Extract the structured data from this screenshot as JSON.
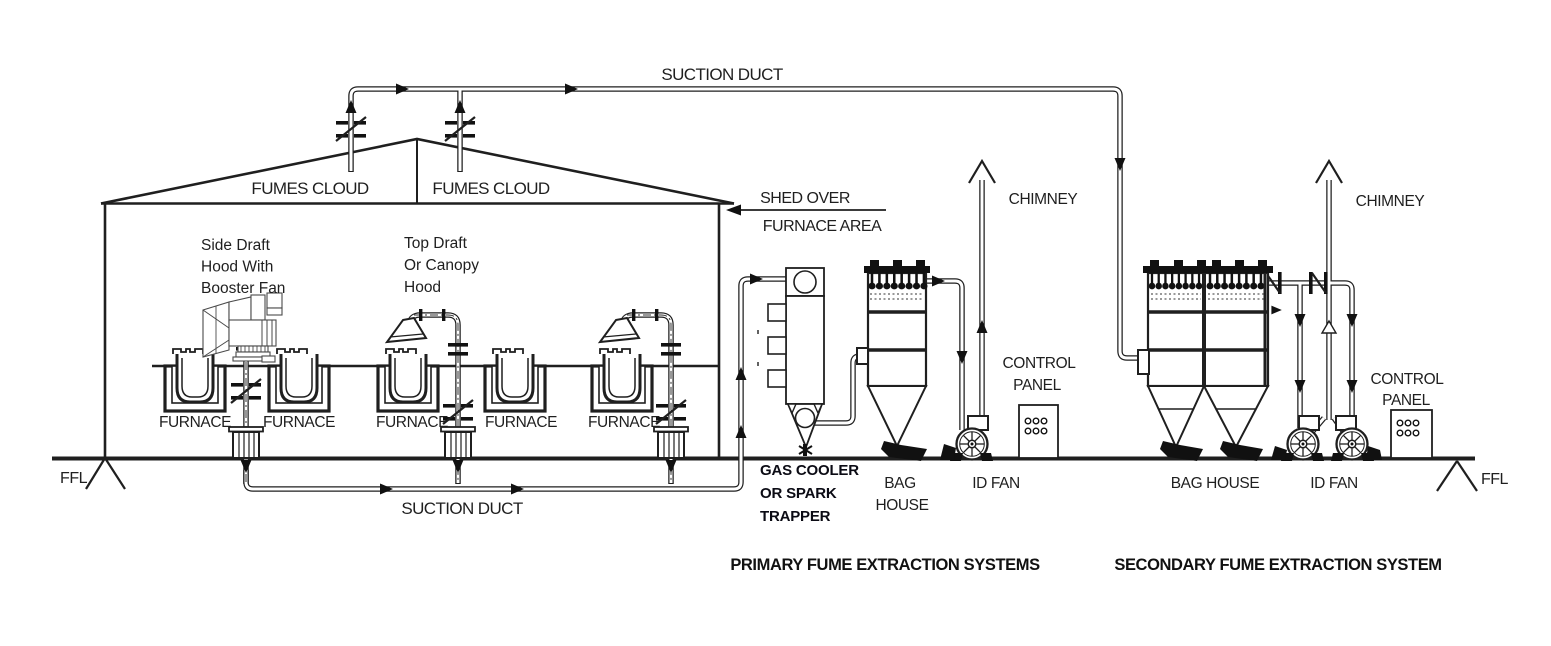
{
  "diagram_type": "process-flow-diagram",
  "colors": {
    "line": "#1f1f1f",
    "bold_text": "#0b0b14",
    "background": "#ffffff",
    "light_equipment": "#4a4a4a"
  },
  "labels": {
    "suction_duct_top": "SUCTION DUCT",
    "fumes_cloud_left": "FUMES CLOUD",
    "fumes_cloud_right": "FUMES CLOUD",
    "side_draft_hood": [
      "Side Draft",
      "Hood With",
      "Booster Fan"
    ],
    "top_draft_hood": [
      "Top Draft",
      "Or Canopy",
      "Hood"
    ],
    "furnaces": [
      "FURNACE",
      "FURNACE",
      "FURNACE",
      "FURNACE",
      "FURNACE"
    ],
    "ffl_left": "FFL",
    "ffl_right": "FFL",
    "suction_duct_bottom": "SUCTION DUCT",
    "shed_over": [
      "SHED OVER",
      "FURNACE AREA"
    ],
    "gas_cooler": [
      "GAS COOLER",
      "OR SPARK",
      "TRAPPER"
    ],
    "bag_house_primary": [
      "BAG",
      "HOUSE"
    ],
    "id_fan_primary": "ID FAN",
    "chimney_primary": "CHIMNEY",
    "control_panel_primary": [
      "CONTROL",
      "PANEL"
    ],
    "bag_house_secondary": "BAG HOUSE",
    "id_fan_secondary": "ID FAN",
    "chimney_secondary": "CHIMNEY",
    "control_panel_secondary": [
      "CONTROL",
      "PANEL"
    ],
    "title_primary": "PRIMARY FUME EXTRACTION SYSTEMS",
    "title_secondary": "SECONDARY FUME EXTRACTION SYSTEM"
  }
}
